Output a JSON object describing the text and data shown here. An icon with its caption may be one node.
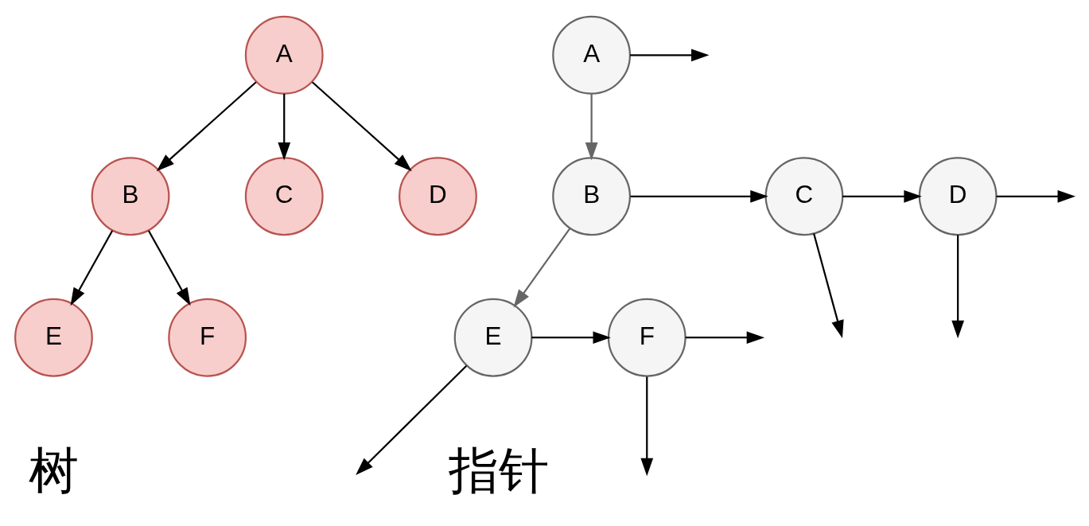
{
  "diagram": {
    "nodes": [
      {
        "text": [
          "A"
        ]
      },
      {
        "text": [
          "B"
        ]
      },
      {
        "text": [
          "C"
        ]
      },
      {
        "text": [
          "D"
        ]
      },
      {
        "text": [
          "E"
        ]
      },
      {
        "text": [
          "F"
        ]
      },
      {
        "text": [
          "A"
        ]
      },
      {
        "text": [
          "B"
        ]
      },
      {
        "text": [
          "C"
        ]
      },
      {
        "text": [
          "D"
        ]
      },
      {
        "text": [
          "E"
        ]
      },
      {
        "text": [
          "F"
        ]
      }
    ],
    "edges": [
      {
        "from": 0,
        "to": 1,
        "arrow": "to"
      },
      {
        "from": 0,
        "to": 2,
        "arrow": "to"
      },
      {
        "from": 0,
        "to": 3,
        "arrow": "to"
      },
      {
        "from": 1,
        "to": 4,
        "arrow": "to"
      },
      {
        "from": 1,
        "to": 5,
        "arrow": "to"
      },
      {
        "from": 6,
        "to": null,
        "arrow": "to"
      },
      {
        "from": 6,
        "to": 7,
        "arrow": "to",
        "color": "#666666"
      },
      {
        "from": 7,
        "to": 8,
        "arrow": "to"
      },
      {
        "from": 8,
        "to": 9,
        "arrow": "to"
      },
      {
        "from": 9,
        "to": null,
        "arrow": "to"
      },
      {
        "from": 8,
        "to": null,
        "arrow": "to"
      },
      {
        "from": 9,
        "to": null,
        "arrow": "to"
      },
      {
        "from": 7,
        "to": 10,
        "arrow": "to",
        "color": "#666666"
      },
      {
        "from": 10,
        "to": 11,
        "arrow": "to"
      },
      {
        "from": 11,
        "to": null,
        "arrow": "to"
      },
      {
        "from": 10,
        "to": null,
        "arrow": "to"
      },
      {
        "from": 11,
        "to": null,
        "arrow": "to"
      }
    ],
    "labels": [
      "树",
      "指针"
    ]
  }
}
